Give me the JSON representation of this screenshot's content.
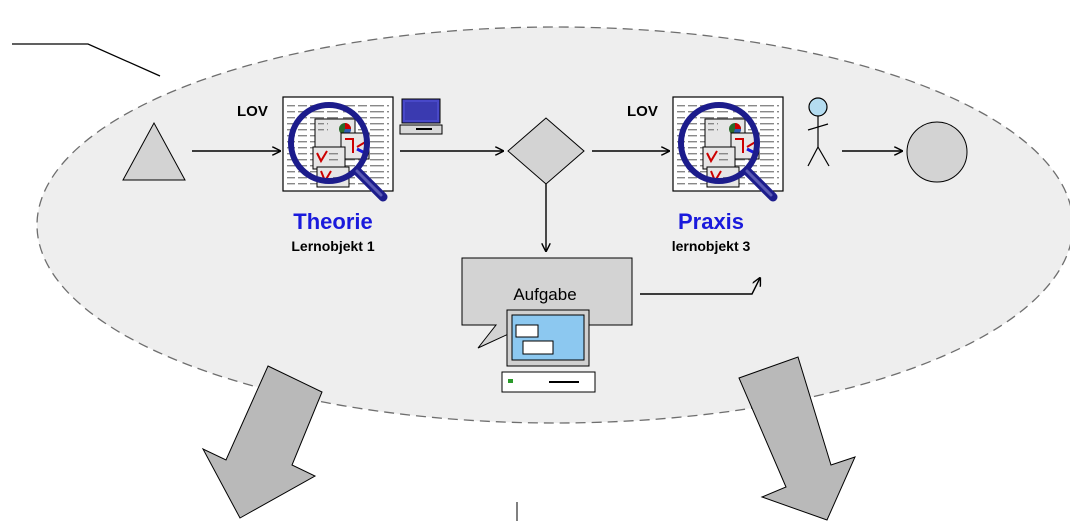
{
  "diagram": {
    "left_lov": "LOV",
    "right_lov": "LOV",
    "theory": {
      "title": "Theorie",
      "subtitle": "Lernobjekt 1"
    },
    "practice": {
      "title": "Praxis",
      "subtitle": "lernobjekt 3"
    },
    "task": {
      "label": "Aufgabe"
    }
  },
  "colors": {
    "ellipse_fill": "#eeeeee",
    "shape_fill": "#d3d3d3",
    "title_blue": "#1a1adc",
    "magnifier": "#1c1c8c",
    "arrow_gray": "#b9b9b9",
    "screen_blue": "#8cc8f0",
    "person_head": "#b4dcf0"
  },
  "icons": [
    "start-triangle-icon",
    "magnifier-document-icon",
    "computer-icon",
    "decision-diamond-icon",
    "person-icon",
    "end-circle-icon",
    "speech-bubble-icon",
    "big-down-arrow-icon"
  ]
}
